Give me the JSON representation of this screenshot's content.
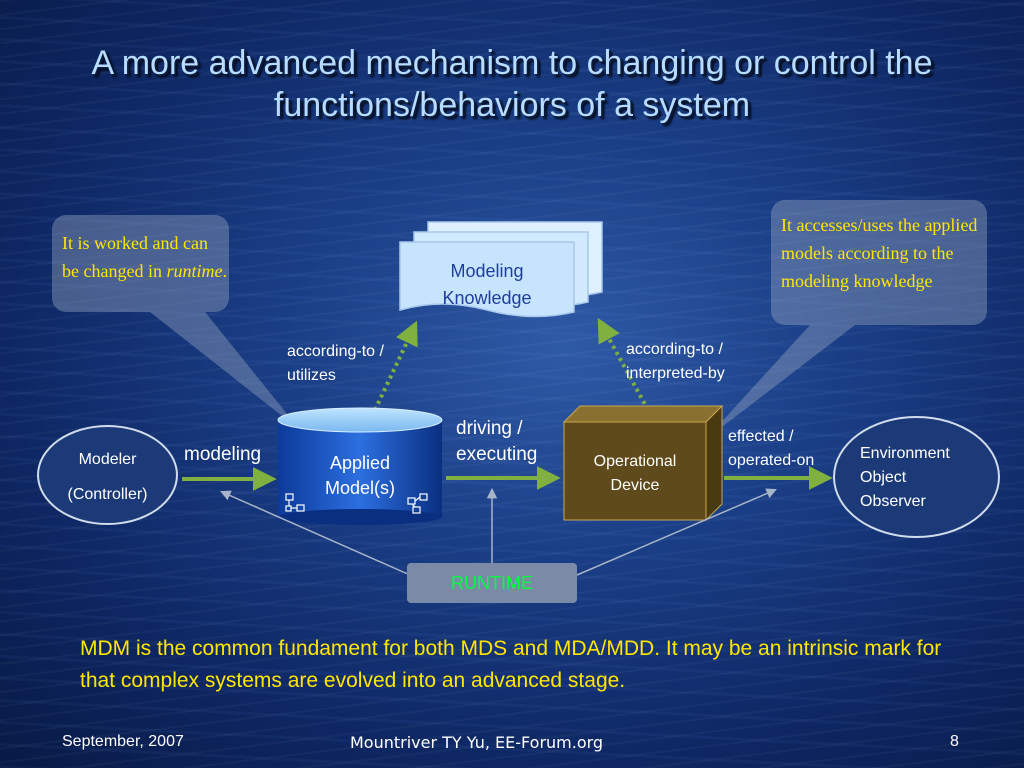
{
  "slide": {
    "title": "A more advanced mechanism to changing or control the functions/behaviors of a system",
    "callout_left": {
      "text": "It is worked and can be changed in ",
      "emphasis": "runtime",
      "suffix": "."
    },
    "callout_right": {
      "text": "It accesses/uses the applied models according to the modeling knowledge"
    },
    "nodes": {
      "modeling_knowledge": [
        "Modeling",
        "Knowledge"
      ],
      "applied_model": [
        "Applied",
        "Model(s)"
      ],
      "operational_device": [
        "Operational",
        "Device"
      ],
      "modeler": [
        "Modeler",
        "(Controller)"
      ],
      "environment": [
        "Environment",
        "Object",
        "Observer"
      ],
      "runtime": "RUNTIME"
    },
    "edge_labels": {
      "according_utilizes": [
        "according-to /",
        "utilizes"
      ],
      "according_interpreted": [
        "according-to /",
        "interpreted-by"
      ],
      "modeling": "modeling",
      "driving": [
        "driving /",
        "executing"
      ],
      "effected": [
        "effected /",
        "operated-on"
      ]
    },
    "bottom_text": "MDM is the common fundament for both MDS and MDA/MDD. It may be an intrinsic mark for that complex systems are evolved into an advanced stage.",
    "footer": {
      "date": "September, 2007",
      "author": "Mountriver TY Yu, EE-Forum.org",
      "page": "8"
    },
    "colors": {
      "title": "#b8dcff",
      "callout_text": "#ffe600",
      "arrow": "#7fb040",
      "runtime_text": "#00ff40",
      "device": "#5e4a1a"
    }
  }
}
